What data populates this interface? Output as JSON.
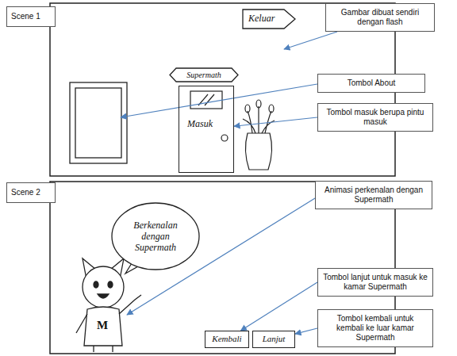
{
  "diagram": {
    "nodes": [
      {
        "text": [
          "Scene 1"
        ]
      },
      {
        "text": [
          "Keluar"
        ]
      },
      {
        "text": [
          "Gambar dibuat sendiri dengan flash"
        ]
      },
      {
        "text": [
          "Supermath"
        ]
      },
      {
        "text": [
          "Tombol About"
        ]
      },
      {
        "text": [
          "Masuk"
        ]
      },
      {
        "text": [
          "Tombol masuk berupa pintu masuk"
        ]
      },
      {
        "text": [
          "Scene 2"
        ]
      },
      {
        "text": [
          "Animasi perkenalan dengan Supermath"
        ]
      },
      {
        "text": [
          "Berkenalan dengan Supermath"
        ]
      },
      {
        "text": [
          "Tombol lanjut untuk masuk ke kamar Supermath"
        ]
      },
      {
        "text": [
          "Tombol kembali untuk kembali ke luar kamar Supermath"
        ]
      },
      {
        "text": [
          "Kembali"
        ]
      },
      {
        "text": [
          "Lanjut"
        ]
      }
    ],
    "edges": [
      {
        "from": 6,
        "to": 5,
        "arrow": "to"
      },
      {
        "from": 10,
        "to": 12,
        "arrow": "to"
      },
      {
        "from": 11,
        "to": 13,
        "arrow": "to"
      }
    ],
    "labels": [
      "M"
    ]
  }
}
